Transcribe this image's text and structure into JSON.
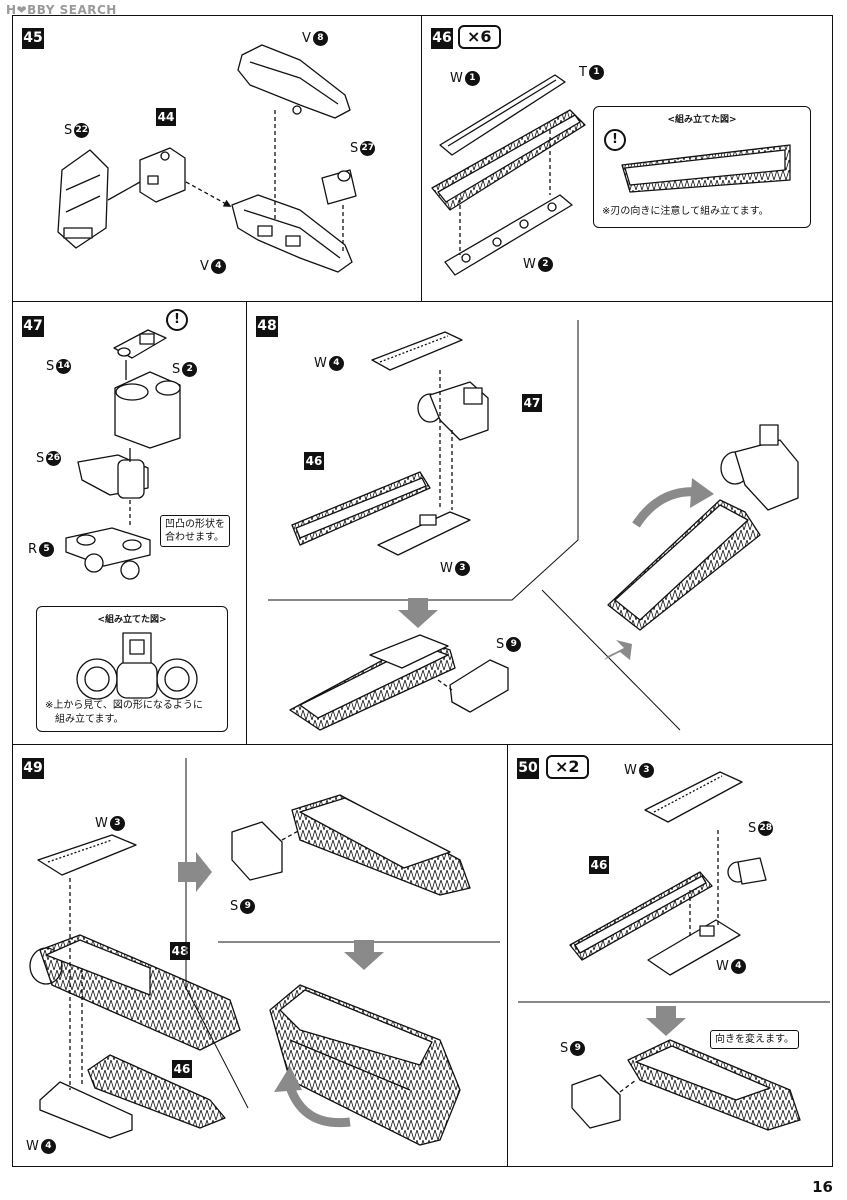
{
  "watermark": "H❤BBY SEARCH",
  "page_number": "16",
  "steps": {
    "s45": {
      "num": "45",
      "labels": {
        "v8": {
          "letter": "V",
          "num": "8"
        },
        "s22": {
          "letter": "S",
          "num": "22"
        },
        "ref44": "44",
        "s27": {
          "letter": "S",
          "num": "27"
        },
        "v4": {
          "letter": "V",
          "num": "4"
        }
      }
    },
    "s46": {
      "num": "46",
      "mult": "×6",
      "labels": {
        "w1": {
          "letter": "W",
          "num": "1"
        },
        "t1": {
          "letter": "T",
          "num": "1"
        },
        "w2": {
          "letter": "W",
          "num": "2"
        }
      },
      "note": {
        "title": "<組み立てた図>",
        "text": "※刃の向きに注意して組み立てます。"
      }
    },
    "s47": {
      "num": "47",
      "labels": {
        "s14": {
          "letter": "S",
          "num": "14"
        },
        "s2": {
          "letter": "S",
          "num": "2"
        },
        "s26": {
          "letter": "S",
          "num": "26"
        },
        "r5": {
          "letter": "R",
          "num": "5"
        }
      },
      "callout": [
        "凹凸の形状を",
        "合わせます。"
      ],
      "note": {
        "title": "<組み立てた図>",
        "lines": [
          "※上から見て、図の形になるように",
          "組み立てます。"
        ]
      }
    },
    "s48": {
      "num": "48",
      "labels": {
        "w4": {
          "letter": "W",
          "num": "4"
        },
        "ref47": "47",
        "ref46": "46",
        "w3": {
          "letter": "W",
          "num": "3"
        },
        "s9": {
          "letter": "S",
          "num": "9"
        }
      }
    },
    "s49": {
      "num": "49",
      "labels": {
        "w3": {
          "letter": "W",
          "num": "3"
        },
        "ref48": "48",
        "ref46": "46",
        "w4": {
          "letter": "W",
          "num": "4"
        },
        "s9": {
          "letter": "S",
          "num": "9"
        }
      }
    },
    "s50": {
      "num": "50",
      "mult": "×2",
      "labels": {
        "w3": {
          "letter": "W",
          "num": "3"
        },
        "s28": {
          "letter": "S",
          "num": "28"
        },
        "ref46": "46",
        "w4": {
          "letter": "W",
          "num": "4"
        },
        "s9": {
          "letter": "S",
          "num": "9"
        }
      },
      "callout": "向きを変えます。"
    }
  },
  "colors": {
    "ink": "#111111",
    "arrow_gray": "#8a8a8a"
  }
}
